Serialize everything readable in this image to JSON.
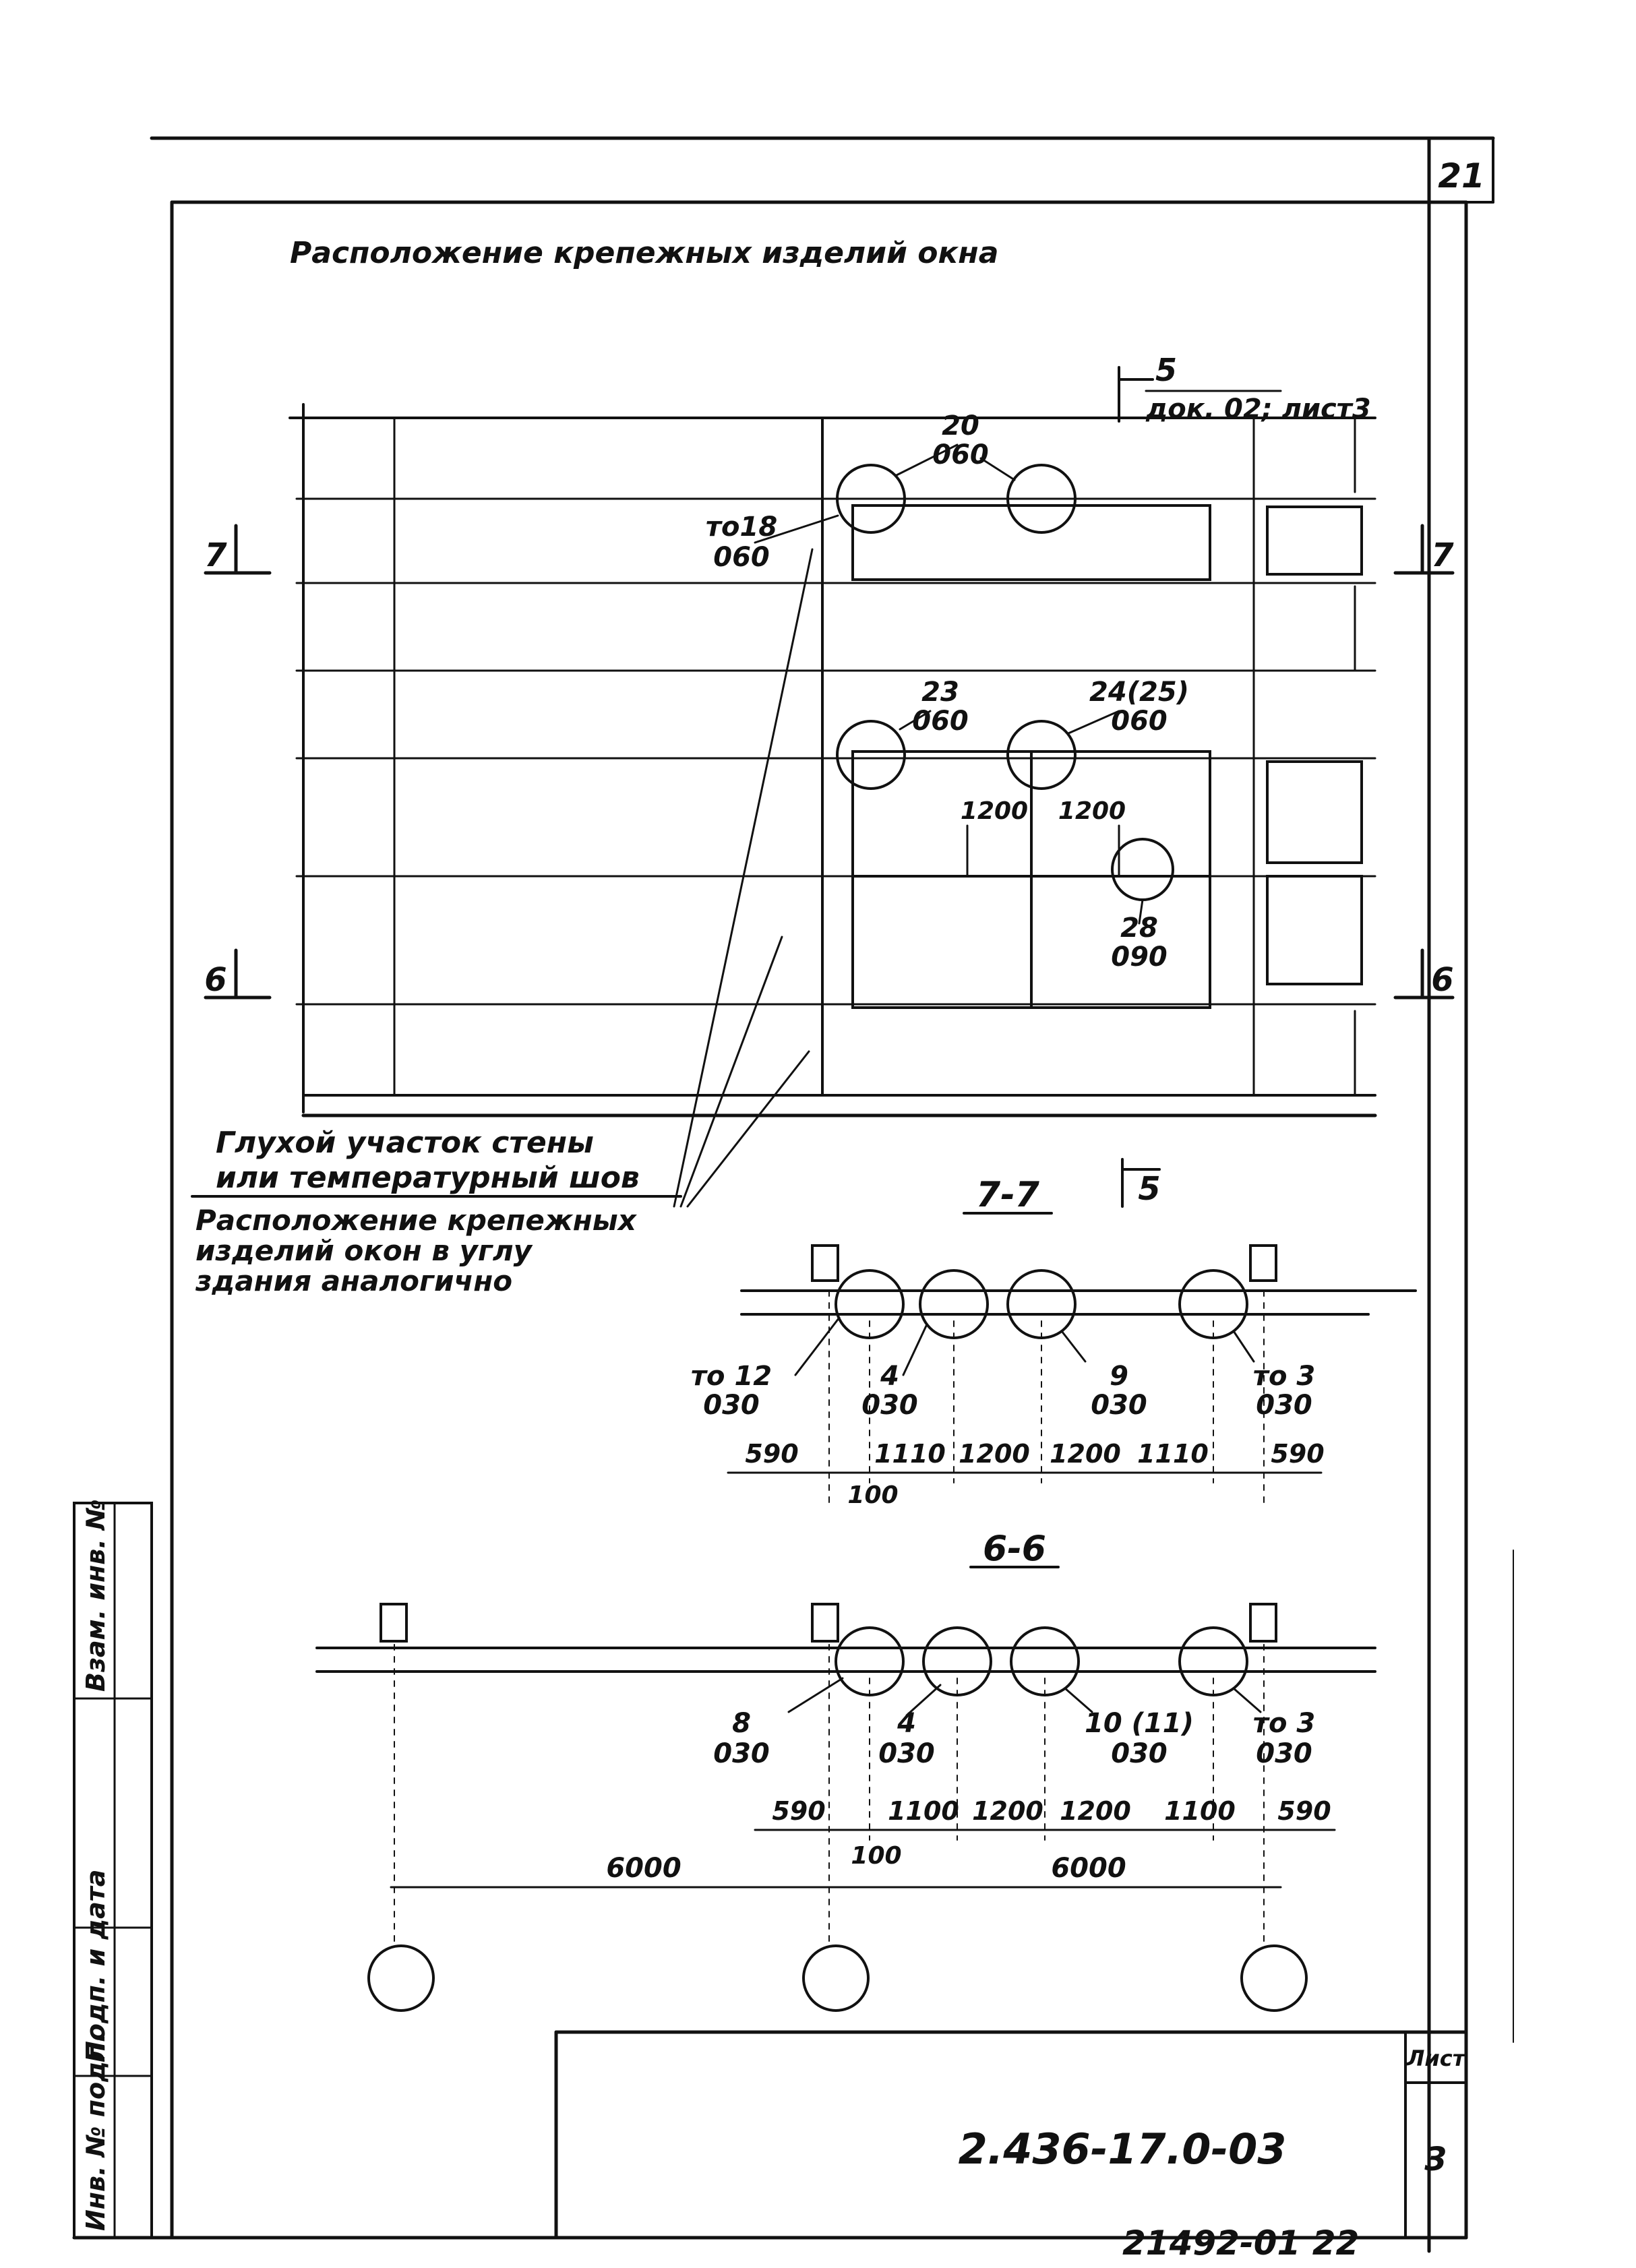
{
  "sheet": {
    "corner_number": "21",
    "title": "Расположение крепежных изделий окна",
    "section_ref": {
      "mark": "5",
      "ref": "док. 02; лист3"
    },
    "section_marks": {
      "top_left": "7",
      "top_right": "7",
      "mid_left": "6",
      "mid_right": "6",
      "bottom_mark": "5"
    },
    "plan_callouts": [
      {
        "num": "20",
        "den": "060"
      },
      {
        "num": "то18",
        "den": "060"
      },
      {
        "num": "23",
        "den": "060"
      },
      {
        "num": "24(25)",
        "den": "060"
      },
      {
        "num": "28",
        "den": "090"
      }
    ],
    "plan_dims": [
      "1200",
      "1200"
    ],
    "notes": [
      "Глухой участок стены",
      "или температурный шов",
      "Расположение крепежных",
      "изделий окон в углу",
      "здания аналогично"
    ]
  },
  "section_7_7": {
    "title": "7-7",
    "callouts": [
      {
        "num": "то 12",
        "den": "030"
      },
      {
        "num": "4",
        "den": "030"
      },
      {
        "num": "9",
        "den": "030"
      },
      {
        "num": "то 3",
        "den": "030"
      }
    ],
    "dims": [
      "590",
      "1110",
      "1200",
      "1200",
      "1110",
      "590"
    ],
    "sub_dim": "100"
  },
  "section_6_6": {
    "title": "6-6",
    "callouts": [
      {
        "num": "8",
        "den": "030"
      },
      {
        "num": "4",
        "den": "030"
      },
      {
        "num": "10 (11)",
        "den": "030"
      },
      {
        "num": "то 3",
        "den": "030"
      }
    ],
    "dims": [
      "590",
      "1100",
      "1200",
      "1200",
      "1100",
      "590"
    ],
    "sub_dim": "100",
    "spans": [
      "6000",
      "6000"
    ]
  },
  "side_stamp": [
    "Инв. № подл.",
    "Подп. и дата",
    "Взам. инв. №"
  ],
  "title_block": {
    "doc_code": "2.436-17.0-03",
    "sheet_label": "Лист",
    "sheet_no": "3"
  },
  "footer_code": "21492-01 22"
}
